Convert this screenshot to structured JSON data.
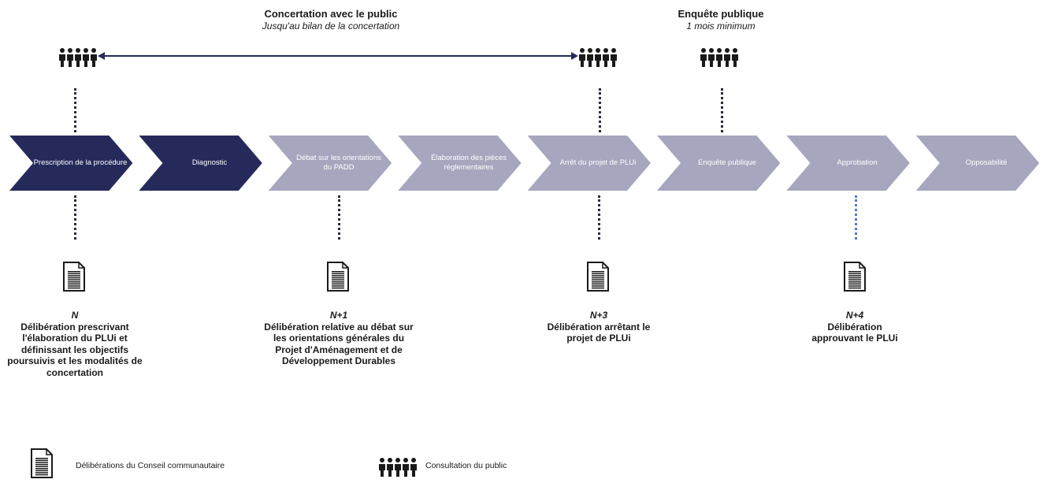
{
  "headers": {
    "concertation": {
      "title": "Concertation avec le public",
      "subtitle": "Jusqu'au bilan de la concertation"
    },
    "enquete": {
      "title": "Enquête publique",
      "subtitle": "1 mois minimum"
    }
  },
  "steps": [
    {
      "label": "Prescription de la procédure",
      "style": "dark"
    },
    {
      "label": "Diagnostic",
      "style": "dark"
    },
    {
      "label": "Débat sur les orientations du PADD",
      "style": "light"
    },
    {
      "label": "Élaboration des pièces réglementaires",
      "style": "light"
    },
    {
      "label": "Arrêt du projet de PLUi",
      "style": "light"
    },
    {
      "label": "Enquête publique",
      "style": "light"
    },
    {
      "label": "Approbation",
      "style": "light"
    },
    {
      "label": "Opposabilité",
      "style": "light"
    }
  ],
  "deliberations": [
    {
      "year": "N",
      "text": "Délibération prescrivant l'élaboration du PLUi et définissant les objectifs poursuivis et les modalités de concertation"
    },
    {
      "year": "N+1",
      "text": "Délibération relative au débat sur les orientations générales du Projet d'Aménagement et de Développement Durables"
    },
    {
      "year": "N+3",
      "text": "Délibération arrêtant le projet de PLUi"
    },
    {
      "year": "N+4",
      "text": "Délibération approuvant le PLUi"
    }
  ],
  "legend": {
    "deliberations": "Délibérations du Conseil communautaire",
    "consultation": "Consultation du public"
  },
  "colors": {
    "dark": "#262a5b",
    "light": "#a6a6bf",
    "dots": "#2a2a3a",
    "blue_dots": "#4f7cc4",
    "arrow": "#262a5b"
  },
  "icons": {
    "people": "people-group-icon",
    "document": "document-icon"
  }
}
